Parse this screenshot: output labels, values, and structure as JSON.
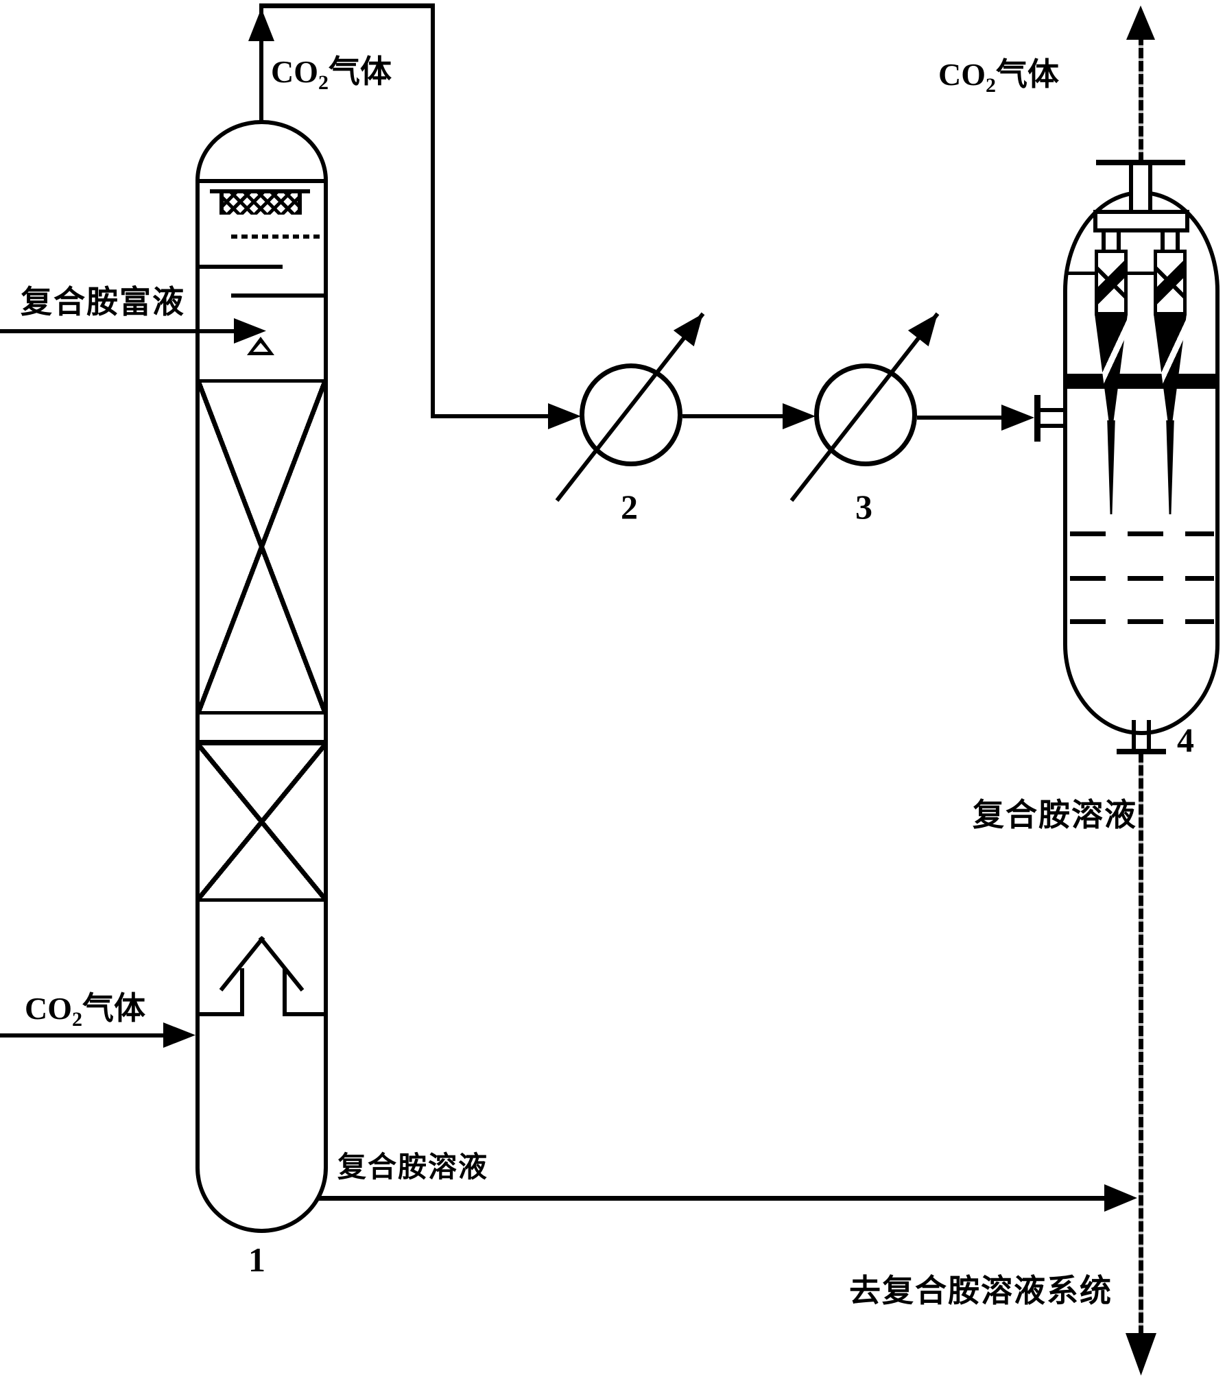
{
  "diagram": {
    "title_hint": "CO2 stripping and composite amine regeneration process flow diagram",
    "colors": {
      "line": "#000000",
      "background": "#ffffff"
    },
    "labels": {
      "co2_top_left": {
        "pre": "CO",
        "sub": "2",
        "post": "气体"
      },
      "co2_top_right": {
        "pre": "CO",
        "sub": "2",
        "post": "气体"
      },
      "co2_feed_left": {
        "pre": "CO",
        "sub": "2",
        "post": "气体"
      },
      "rich_amine_feed": "复合胺富液",
      "lean_solution_bottom": "复合胺溶液",
      "lean_solution_right": "复合胺溶液",
      "to_solution_system": "去复合胺溶液系统"
    },
    "equipment": {
      "stripper_column_no": "1",
      "heater_a_no": "2",
      "heater_b_no": "3",
      "separator_no": "4"
    }
  }
}
